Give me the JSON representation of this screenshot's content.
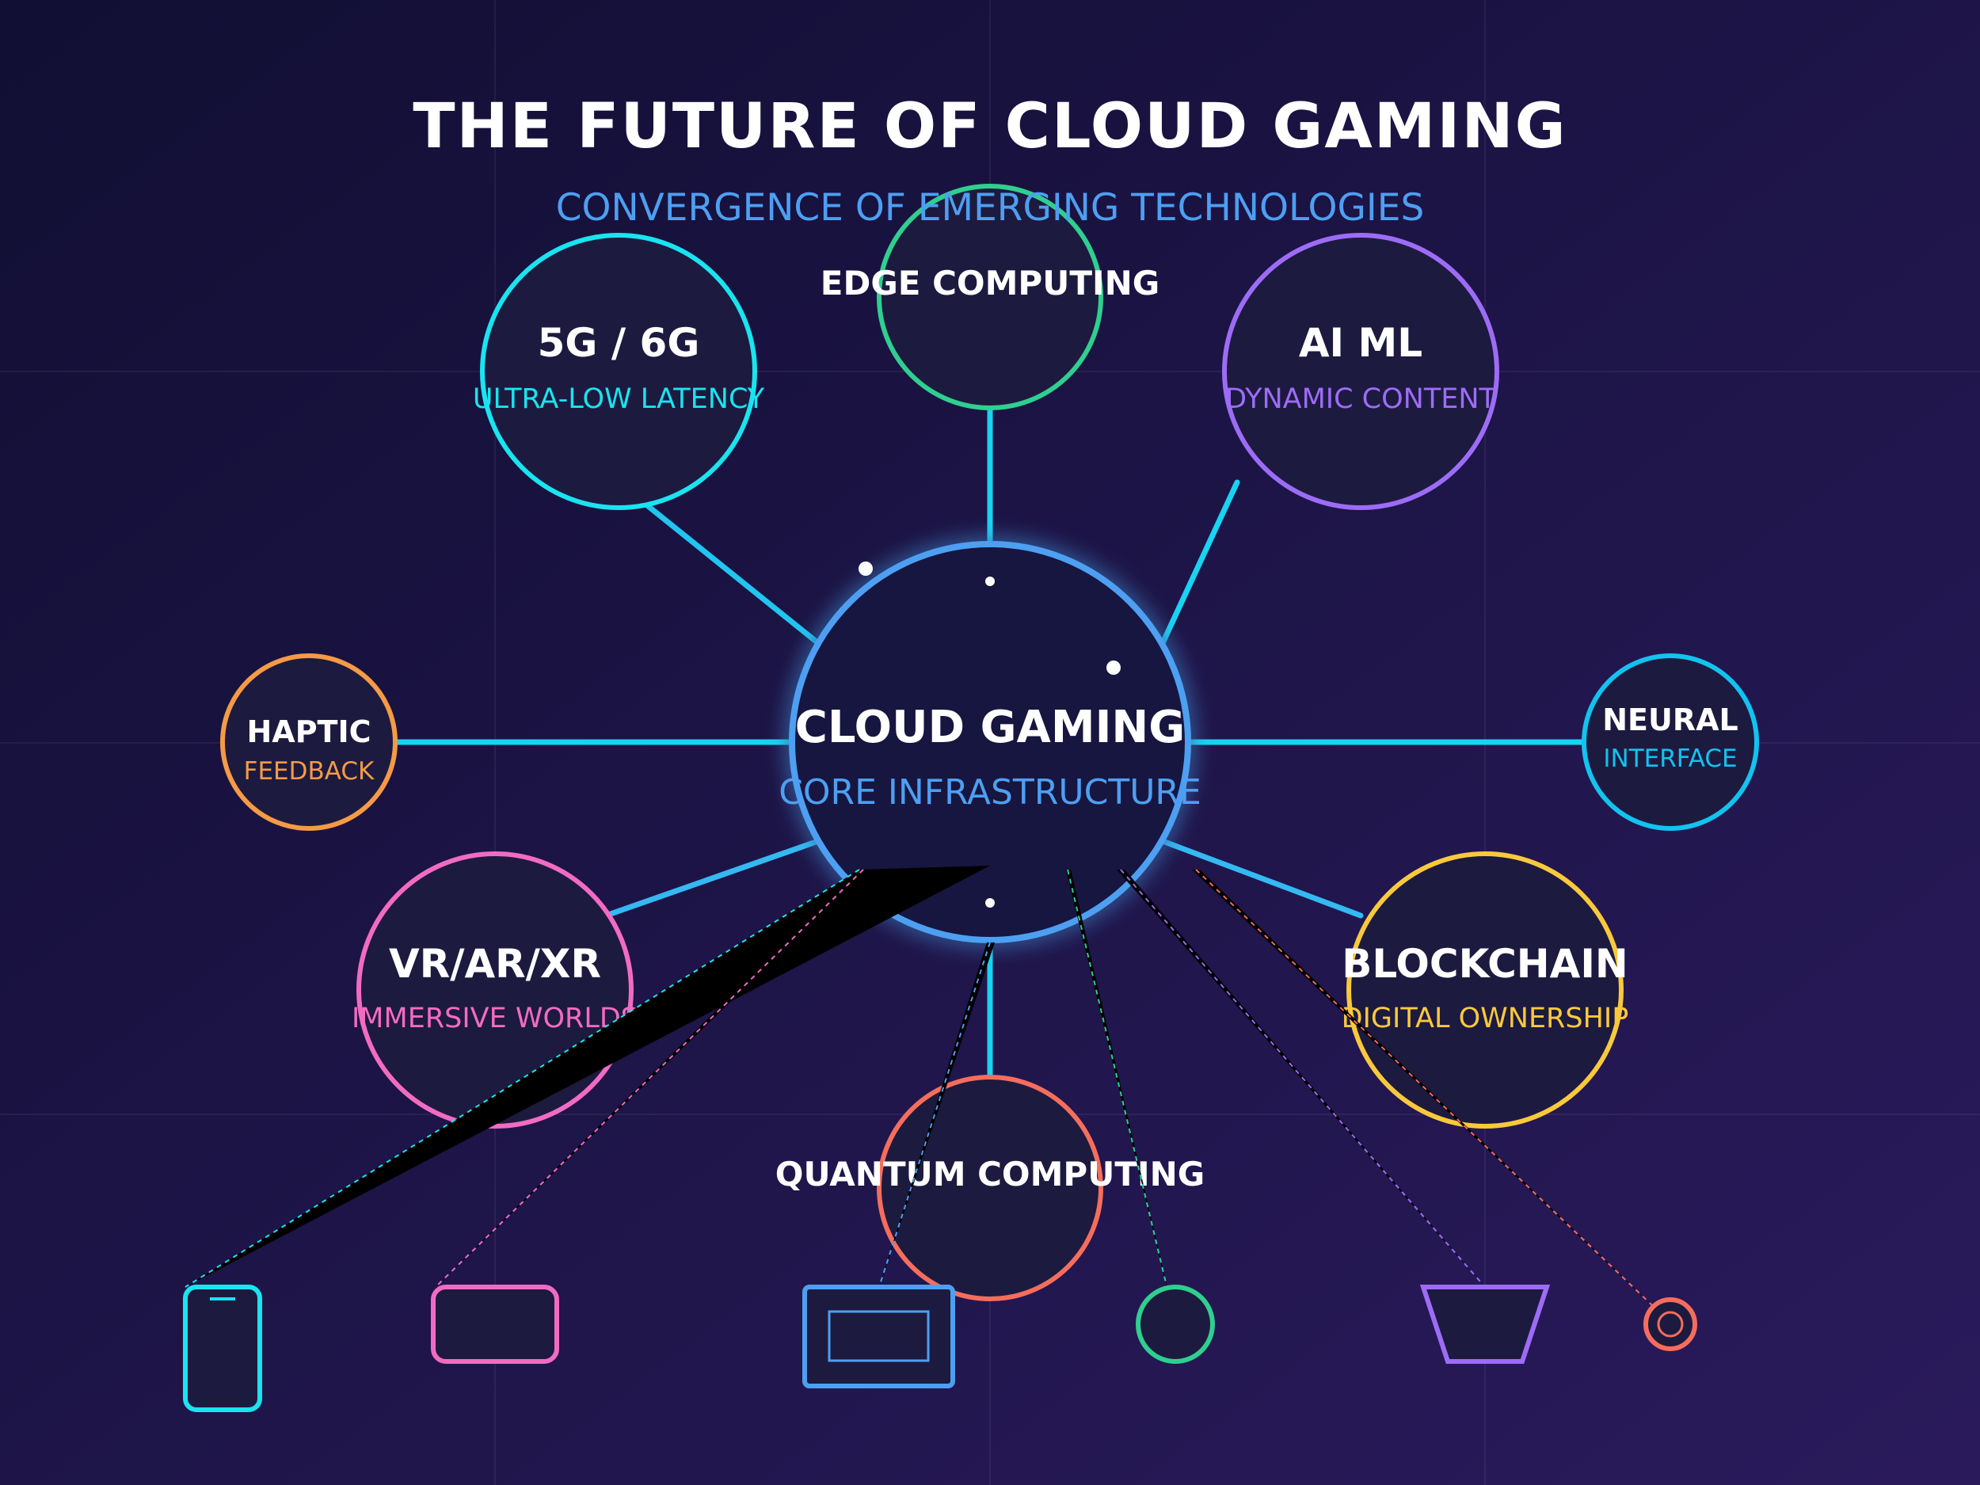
{
  "header": {
    "title": "THE FUTURE OF CLOUD GAMING",
    "subtitle": "CONVERGENCE OF EMERGING TECHNOLOGIES"
  },
  "colors": {
    "background_start": "#110f33",
    "background_end": "#2a1a5c",
    "connector": "#19d3f2",
    "core": "#4d9ff2",
    "node_fill": "#1d1a3f"
  },
  "core": {
    "title": "CLOUD GAMING",
    "subtitle": "CORE INFRASTRUCTURE"
  },
  "nodes": {
    "edge_computing": {
      "title": "EDGE COMPUTING",
      "color": "#2fcf8f"
    },
    "five_g": {
      "title": "5G / 6G",
      "subtitle": "ULTRA-LOW LATENCY",
      "color": "#19e4ef"
    },
    "ai_ml": {
      "title": "AI ML",
      "subtitle": "DYNAMIC CONTENT",
      "color": "#9d6cf7"
    },
    "haptic": {
      "title": "HAPTIC",
      "subtitle": "FEEDBACK",
      "color": "#f59a45"
    },
    "neural": {
      "title": "NEURAL",
      "subtitle": "INTERFACE",
      "color": "#12c3ef"
    },
    "vr_ar_xr": {
      "title": "VR/AR/XR",
      "subtitle": "IMMERSIVE WORLDS",
      "color": "#f26bc3"
    },
    "blockchain": {
      "title": "BLOCKCHAIN",
      "subtitle": "DIGITAL OWNERSHIP",
      "color": "#f9c93c"
    },
    "quantum": {
      "title": "QUANTUM COMPUTING",
      "color": "#f56d5c"
    }
  },
  "devices": [
    {
      "name": "phone-icon",
      "color": "#19e4ef"
    },
    {
      "name": "handheld-icon",
      "color": "#f26bc3"
    },
    {
      "name": "monitor-icon",
      "color": "#4d9ff2"
    },
    {
      "name": "wearable-icon",
      "color": "#2fcf8f"
    },
    {
      "name": "headset-icon",
      "color": "#9d6cf7"
    },
    {
      "name": "implant-icon",
      "color": "#f56d5c"
    }
  ]
}
